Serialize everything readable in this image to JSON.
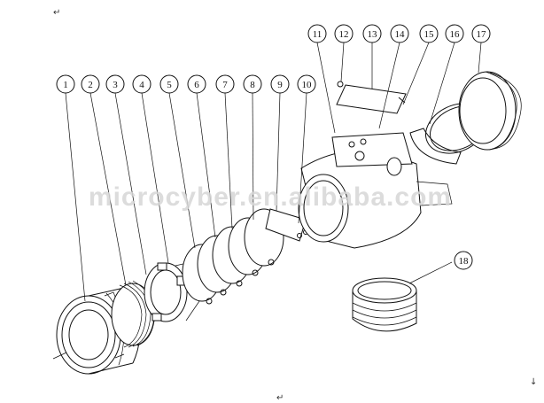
{
  "watermark": "microcyber.en.alibaba.com",
  "callouts": [
    {
      "id": "callout-1",
      "label": "1"
    },
    {
      "id": "callout-2",
      "label": "2"
    },
    {
      "id": "callout-3",
      "label": "3"
    },
    {
      "id": "callout-4",
      "label": "4"
    },
    {
      "id": "callout-5",
      "label": "5"
    },
    {
      "id": "callout-6",
      "label": "6"
    },
    {
      "id": "callout-7",
      "label": "7"
    },
    {
      "id": "callout-8",
      "label": "8"
    },
    {
      "id": "callout-9",
      "label": "9"
    },
    {
      "id": "callout-10",
      "label": "10"
    },
    {
      "id": "callout-11",
      "label": "11"
    },
    {
      "id": "callout-12",
      "label": "12"
    },
    {
      "id": "callout-13",
      "label": "13"
    },
    {
      "id": "callout-14",
      "label": "14"
    },
    {
      "id": "callout-15",
      "label": "15"
    },
    {
      "id": "callout-16",
      "label": "16"
    },
    {
      "id": "callout-17",
      "label": "17"
    },
    {
      "id": "callout-18",
      "label": "18"
    }
  ],
  "marks": {
    "return_top": "↵",
    "return_bottom": "↵",
    "cursor_mark": "↓"
  }
}
